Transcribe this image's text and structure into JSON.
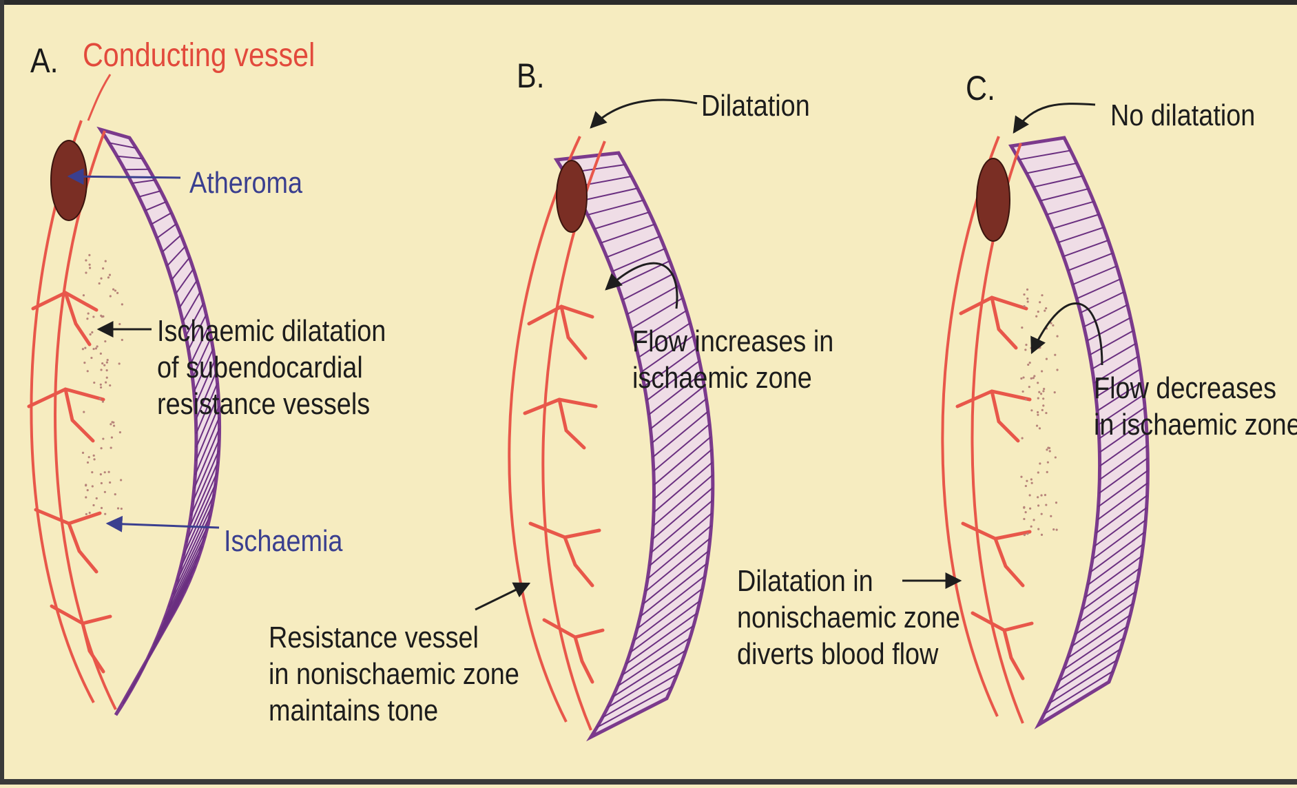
{
  "colors": {
    "background": "#f6ecc0",
    "muscle_fill": "#efdde6",
    "muscle_outline": "#7b3a8c",
    "striation": "#6a2f80",
    "vessel": "#e8574a",
    "atheroma": "#7a2e24",
    "text": "#1c1c1c",
    "label_red": "#e24a3c",
    "label_blue": "#3a3f8f"
  },
  "panels": {
    "a": {
      "letter": "A.",
      "conducting_vessel": "Conducting vessel",
      "atheroma": "Atheroma",
      "ischaemic_dilatation": [
        "Ischaemic dilatation",
        "of subendocardial",
        "resistance vessels"
      ],
      "ischaemia": "Ischaemia"
    },
    "b": {
      "letter": "B.",
      "dilatation": "Dilatation",
      "flow_increases": [
        "Flow increases in",
        "ischaemic zone"
      ],
      "resistance_vessel": [
        "Resistance vessel",
        "in nonischaemic zone",
        "maintains tone"
      ]
    },
    "c": {
      "letter": "C.",
      "no_dilatation": "No dilatation",
      "flow_decreases": [
        "Flow decreases",
        "in ischaemic zone"
      ],
      "dilatation_diverts": [
        "Dilatation in",
        "nonischaemic zone",
        "diverts blood flow"
      ]
    }
  }
}
